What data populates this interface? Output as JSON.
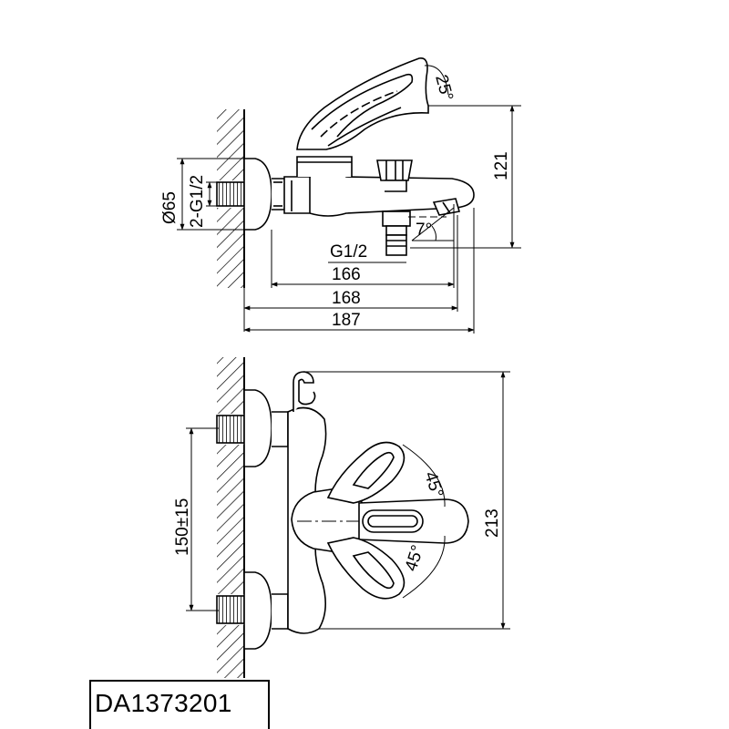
{
  "model": "DA1373201",
  "side_view": {
    "dims": {
      "lever_angle": "25°",
      "height": "121",
      "diameter": "Ø65",
      "inlet_thread": "2-G1/2",
      "spout_angle": "7°",
      "outlet_thread": "G1/2",
      "len_166": "166",
      "len_168": "168",
      "len_187": "187"
    }
  },
  "top_view": {
    "dims": {
      "centers": "150±15",
      "width": "213",
      "angle_upper": "45°",
      "angle_lower": "45°"
    }
  }
}
